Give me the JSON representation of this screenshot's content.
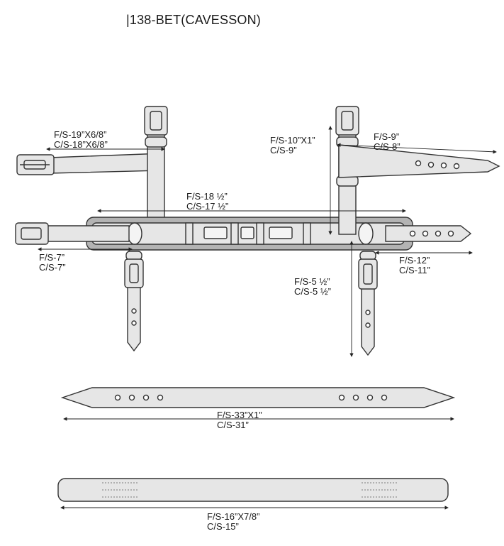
{
  "title": "|138-BET(CAVESSON)",
  "colors": {
    "strap_fill": "#e6e6e6",
    "noseband_fill": "#b3b3b3",
    "outline": "#333333",
    "dim_line": "#222222"
  },
  "labels": {
    "cheek_left": {
      "fs": "F/S-19”X6/8”",
      "cs": "C/S-18”X6/8”"
    },
    "crown_right": {
      "fs": "F/S-10”X1”",
      "cs": "C/S-9”"
    },
    "strap_right_top": {
      "fs": "F/S-9”",
      "cs": "C/S-8”"
    },
    "noseband": {
      "fs": "F/S-18 ½”",
      "cs": "C/S-17 ½”"
    },
    "strap_left_small": {
      "fs": "F/S-7”",
      "cs": "C/S-7”"
    },
    "strap_right_mid": {
      "fs": "F/S-12”",
      "cs": "C/S-11”"
    },
    "drop_right": {
      "fs": "F/S-5 ½”",
      "cs": "C/S-5 ½”"
    },
    "long_strap": {
      "fs": "F/S-33”X1”",
      "cs": "C/S-31”"
    },
    "flat_strap": {
      "fs": "F/S-16”X7/8”",
      "cs": "C/S-15”"
    }
  }
}
